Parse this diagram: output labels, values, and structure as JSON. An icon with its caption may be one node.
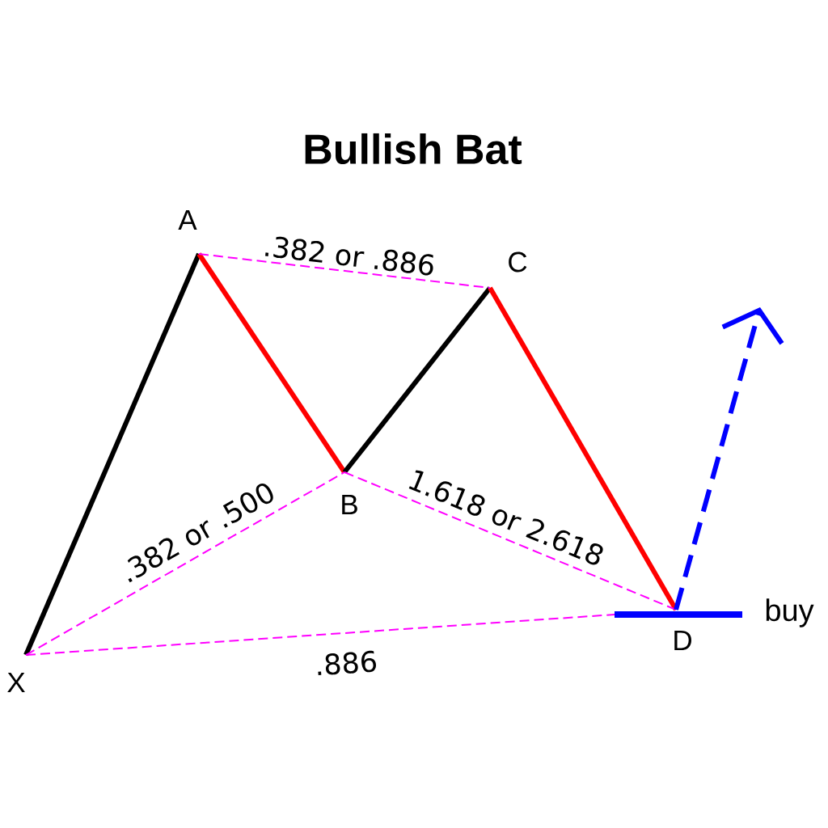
{
  "diagram": {
    "title": "Bullish Bat",
    "nodes": [
      {
        "text": [
          "X"
        ]
      },
      {
        "text": [
          "A"
        ]
      },
      {
        "text": [
          "B"
        ]
      },
      {
        "text": [
          "C"
        ]
      },
      {
        "text": [
          "D"
        ]
      }
    ],
    "edges": [
      {
        "from": 0,
        "to": 1,
        "arrow": "none",
        "color": "#000000"
      },
      {
        "from": 1,
        "to": 2,
        "arrow": "none",
        "color": "#ff0000"
      },
      {
        "from": 2,
        "to": 3,
        "arrow": "none",
        "color": "#000000"
      },
      {
        "from": 3,
        "to": 4,
        "arrow": "none",
        "color": "#ff0000"
      },
      {
        "from": 1,
        "to": 3,
        "arrow": "none",
        "label": ".382 or .886",
        "style": "dashed",
        "color": "#ff00ff"
      },
      {
        "from": 0,
        "to": 2,
        "arrow": "none",
        "label": ".382 or .500",
        "style": "dashed",
        "color": "#ff00ff"
      },
      {
        "from": 2,
        "to": 4,
        "arrow": "none",
        "label": "1.618 or 2.618",
        "style": "dashed",
        "color": "#ff00ff"
      },
      {
        "from": 0,
        "to": 4,
        "arrow": "none",
        "label": ".886",
        "style": "dashed",
        "color": "#ff00ff"
      },
      {
        "from": 4,
        "to": null,
        "arrow": "to",
        "style": "dashed",
        "color": "#0000ff"
      }
    ],
    "labels": [
      "buy"
    ]
  }
}
